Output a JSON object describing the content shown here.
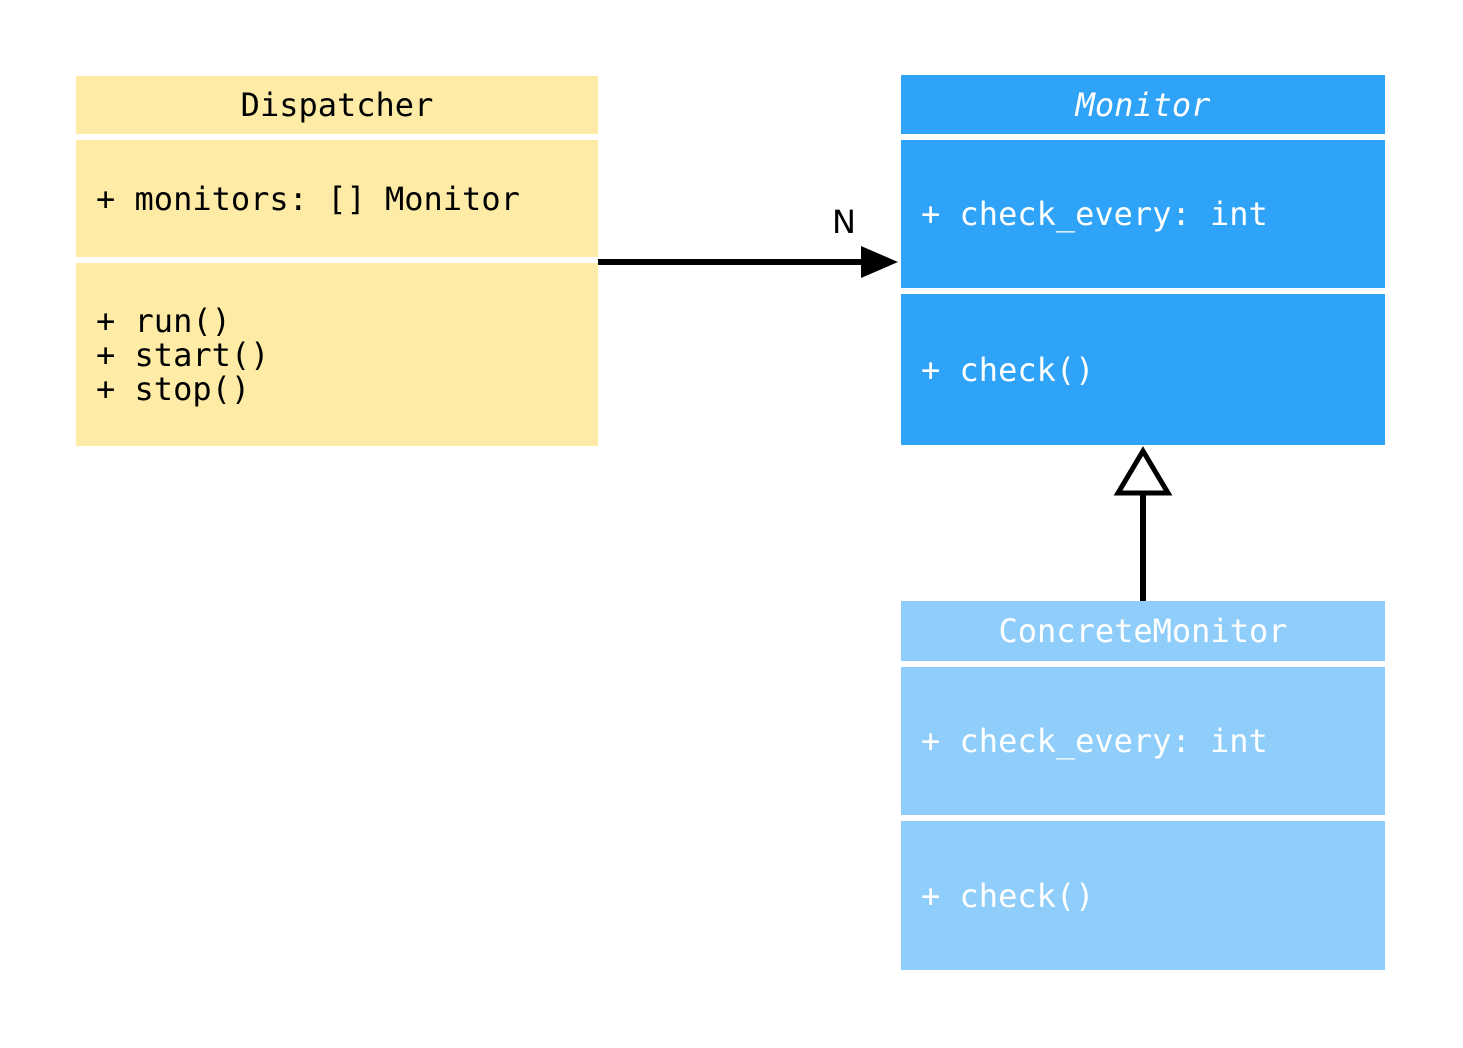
{
  "diagram": {
    "type": "uml-class-diagram",
    "classes": [
      {
        "name": "Dispatcher",
        "abstract": false,
        "fill": "#FDEBA6",
        "text_color": "#000000",
        "attributes": [
          "+ monitors: [] Monitor"
        ],
        "methods": [
          "+ run()",
          "+ start()",
          "+ stop()"
        ]
      },
      {
        "name": "Monitor",
        "abstract": true,
        "fill": "#2FA3F8",
        "text_color": "#FFFFFF",
        "attributes": [
          "+ check_every: int"
        ],
        "methods": [
          "+ check()"
        ]
      },
      {
        "name": "ConcreteMonitor",
        "abstract": false,
        "fill": "#8FCEFA",
        "text_color": "#FFFFFF",
        "attributes": [
          "+ check_every: int"
        ],
        "methods": [
          "+ check()"
        ]
      }
    ],
    "relations": [
      {
        "type": "association",
        "from": "Dispatcher",
        "to": "Monitor",
        "label": "N",
        "arrowhead": "filled-arrow",
        "color": "#000000"
      },
      {
        "type": "inheritance",
        "from": "ConcreteMonitor",
        "to": "Monitor",
        "label": "",
        "arrowhead": "hollow-triangle",
        "color": "#000000"
      }
    ]
  }
}
